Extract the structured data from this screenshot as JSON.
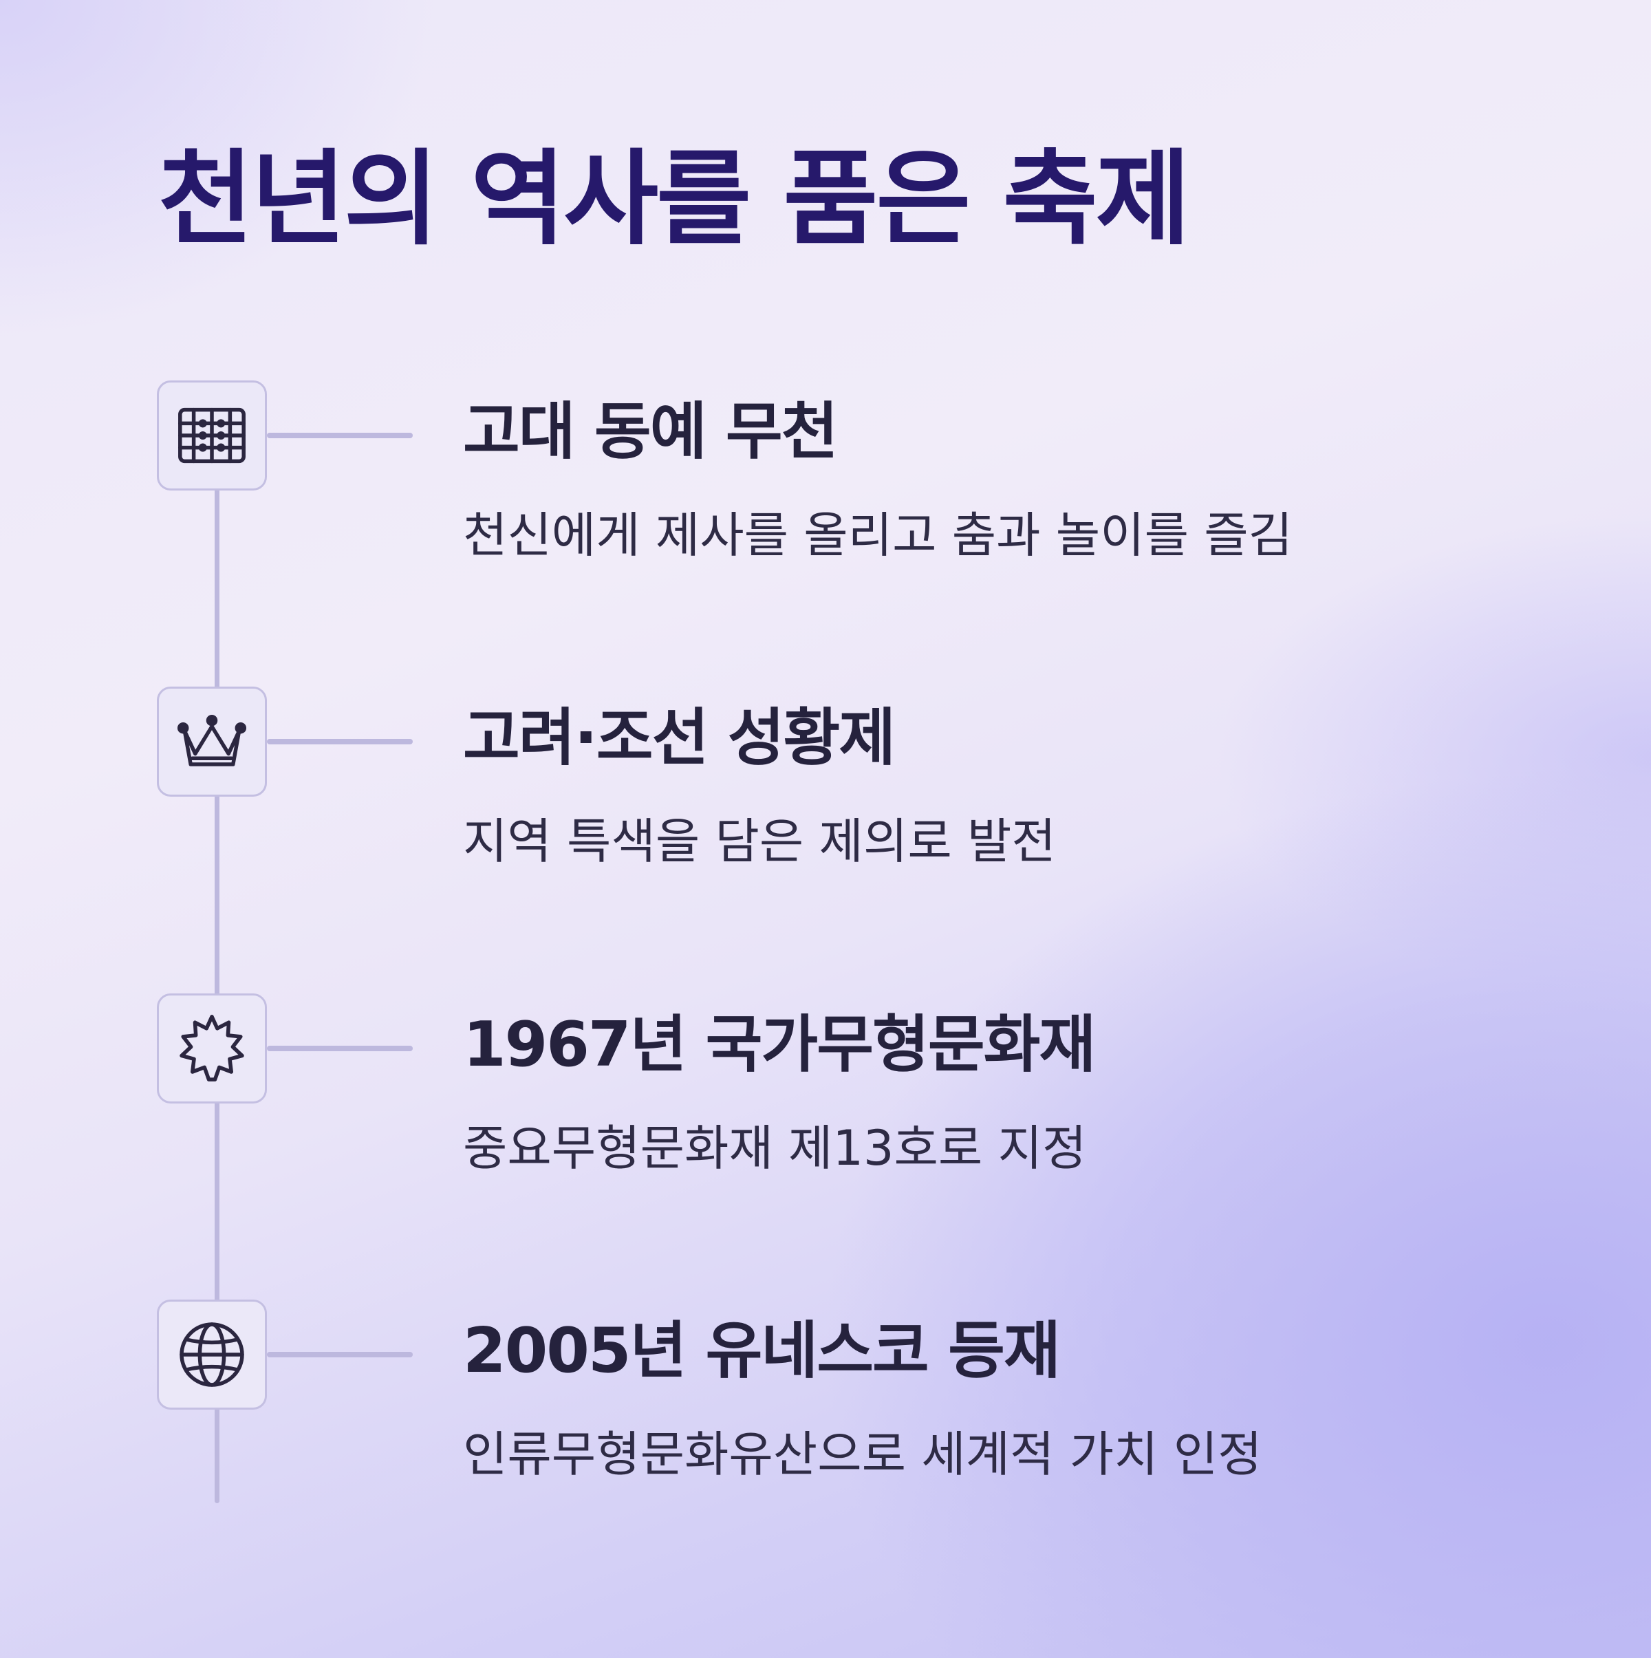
{
  "title": "천년의 역사를 품은 축제",
  "timeline": [
    {
      "icon": "abacus-icon",
      "heading": "고대 동예 무천",
      "description": "천신에게 제사를 올리고 춤과 놀이를 즐김"
    },
    {
      "icon": "crown-icon",
      "heading": "고려·조선 성황제",
      "description": "지역 특색을 담은 제의로 발전"
    },
    {
      "icon": "badge-icon",
      "heading": "1967년 국가무형문화재",
      "description": "중요무형문화재 제13호로 지정"
    },
    {
      "icon": "globe-icon",
      "heading": "2005년 유네스코 등재",
      "description": "인류무형문화유산으로 세계적 가치 인정"
    }
  ],
  "colors": {
    "title": "#26196b",
    "text": "#25223d",
    "line": "#bdb8de",
    "icon_box_bg": "#ebe8f8",
    "icon_box_border": "#c4bfe2",
    "icon_stroke": "#2b2640"
  }
}
